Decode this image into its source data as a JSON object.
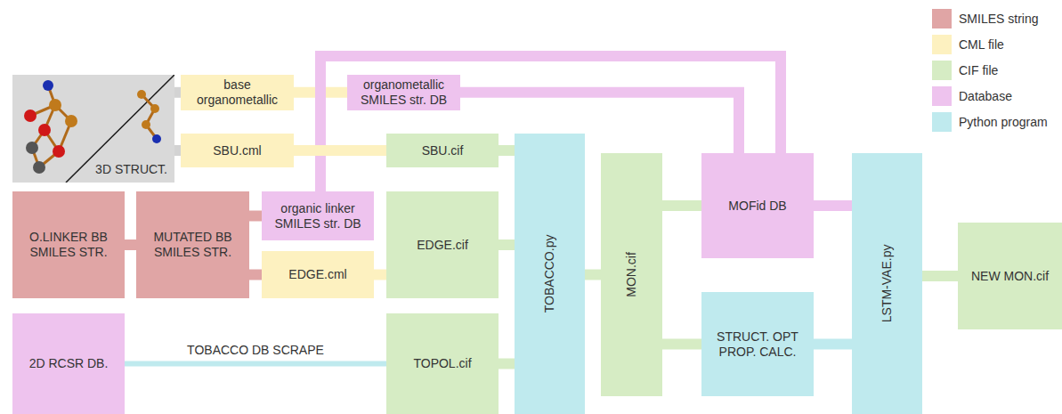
{
  "diagram": {
    "nodes": [
      {
        "text": [
          "3D STRUCT."
        ]
      },
      {
        "text": [
          "base organometallic"
        ]
      },
      {
        "text": [
          "organometallic SMILES str. DB"
        ]
      },
      {
        "text": [
          "SBU.cml"
        ]
      },
      {
        "text": [
          "SBU.cif"
        ]
      },
      {
        "text": [
          "O.LINKER BB SMILES STR."
        ]
      },
      {
        "text": [
          "MUTATED BB SMILES STR."
        ]
      },
      {
        "text": [
          "organic linker SMILES str. DB"
        ]
      },
      {
        "text": [
          "EDGE.cml"
        ]
      },
      {
        "text": [
          "EDGE.cif"
        ]
      },
      {
        "text": [
          "2D RCSR DB."
        ]
      },
      {
        "text": [
          "TOPOL.cif"
        ]
      },
      {
        "text": [
          "TOBACCO.py"
        ]
      },
      {
        "text": [
          "MON.cif"
        ]
      },
      {
        "text": [
          "MOFid DB"
        ]
      },
      {
        "text": [
          "STRUCT. OPT PROP. CALC."
        ]
      },
      {
        "text": [
          "LSTM-VAE.py"
        ]
      },
      {
        "text": [
          "NEW MON.cif"
        ]
      }
    ],
    "edges": [
      {
        "from": 0,
        "to": 1,
        "arrow": "none"
      },
      {
        "from": 0,
        "to": 3,
        "arrow": "none"
      },
      {
        "from": 1,
        "to": 2,
        "arrow": "none"
      },
      {
        "from": 2,
        "to": 14,
        "arrow": "none"
      },
      {
        "from": 7,
        "to": 14,
        "arrow": "none"
      },
      {
        "from": 3,
        "to": 4,
        "arrow": "none"
      },
      {
        "from": 5,
        "to": 6,
        "arrow": "none"
      },
      {
        "from": 6,
        "to": 7,
        "arrow": "none"
      },
      {
        "from": 6,
        "to": 8,
        "arrow": "none"
      },
      {
        "from": 8,
        "to": 9,
        "arrow": "none"
      },
      {
        "from": 4,
        "to": 12,
        "arrow": "none"
      },
      {
        "from": 9,
        "to": 12,
        "arrow": "none"
      },
      {
        "from": 10,
        "to": 11,
        "label": "TOBACCO DB SCRAPE",
        "arrow": "none"
      },
      {
        "from": 11,
        "to": 12,
        "arrow": "none"
      },
      {
        "from": 12,
        "to": 13,
        "arrow": "none"
      },
      {
        "from": 13,
        "to": 14,
        "arrow": "none"
      },
      {
        "from": 13,
        "to": 15,
        "arrow": "none"
      },
      {
        "from": 15,
        "to": 16,
        "arrow": "none"
      },
      {
        "from": 14,
        "to": 16,
        "arrow": "none"
      },
      {
        "from": 16,
        "to": 17,
        "arrow": "none"
      }
    ],
    "legend": [
      {
        "text": "SMILES string",
        "color": "#e0a5a5"
      },
      {
        "text": "CML file",
        "color": "#fdf1c0"
      },
      {
        "text": "CIF file",
        "color": "#d6ecc4"
      },
      {
        "text": "Database",
        "color": "#eec3ee"
      },
      {
        "text": "Python program",
        "color": "#bfeaee"
      }
    ]
  }
}
